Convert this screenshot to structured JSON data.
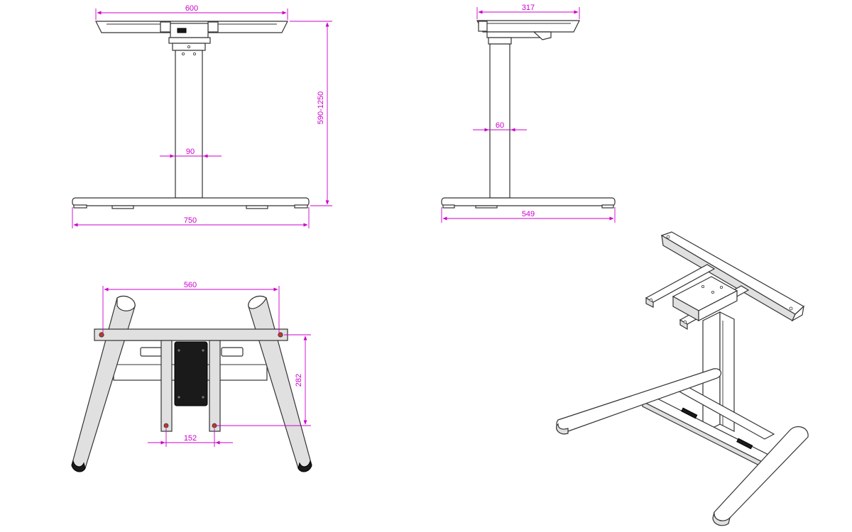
{
  "views": {
    "front": {
      "dims": {
        "top_width": "600",
        "height_range": "590-1250",
        "column_width": "90",
        "base_width": "750"
      }
    },
    "side": {
      "dims": {
        "top_depth": "317",
        "column_depth": "60",
        "base_depth": "549"
      }
    },
    "bottom": {
      "dims": {
        "leg_span": "560",
        "mount_depth": "282",
        "mount_spacing": "152"
      }
    }
  },
  "colors": {
    "dimension": "#cc00cc",
    "outline": "#333333",
    "motor": "#1a1a1a"
  }
}
